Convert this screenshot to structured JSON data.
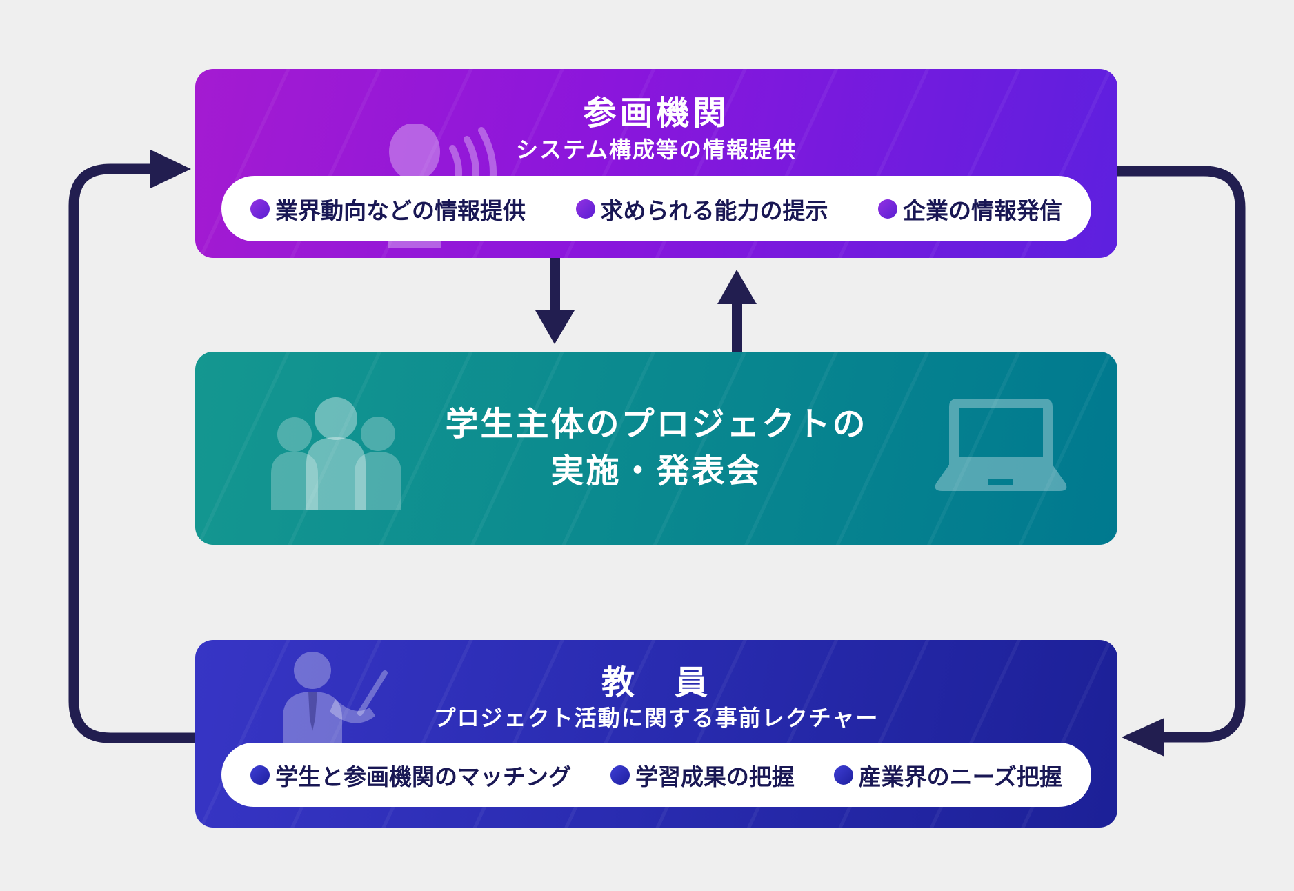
{
  "diagram": {
    "background_color": "#efefef",
    "arrow_color": "#221e50",
    "top_box": {
      "title": "参画機関",
      "subtitle": "システム構成等の情報提供",
      "gradient": [
        "#a41bd1",
        "#5d20df"
      ],
      "bullet_color": "#7a27da",
      "icon": "announcer-with-sound-waves",
      "items": [
        "業界動向などの情報提供",
        "求められる能力の提示",
        "企業の情報発信"
      ]
    },
    "middle_box": {
      "title_line1": "学生主体のプロジェクトの",
      "title_line2": "実施・発表会",
      "gradient": [
        "#149790",
        "#00798f"
      ],
      "icons": [
        "students-group",
        "laptop"
      ]
    },
    "bottom_box": {
      "title": "教　員",
      "subtitle": "プロジェクト活動に関する事前レクチャー",
      "gradient": [
        "#3735c5",
        "#1c2097"
      ],
      "bullet_color": "#2c2db4",
      "icon": "teacher-with-pointer",
      "items": [
        "学生と参画機関のマッチング",
        "学習成果の把握",
        "産業界のニーズ把握"
      ]
    }
  }
}
